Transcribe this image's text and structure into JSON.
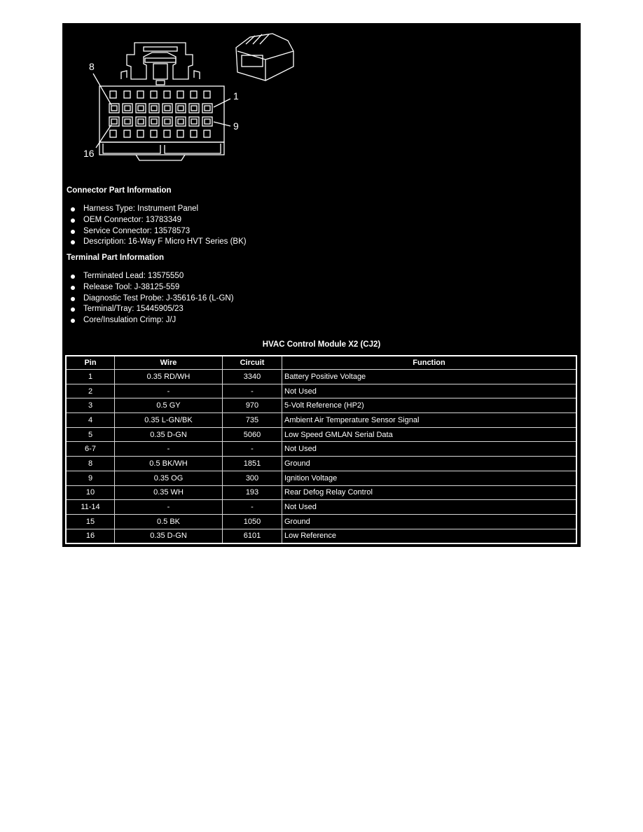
{
  "figure": {
    "labels": {
      "top_left": "8",
      "top_right": "1",
      "bottom_right": "9",
      "bottom_left": "16"
    }
  },
  "connector_info": {
    "title": "Connector Part Information",
    "items": [
      "Harness Type: Instrument Panel",
      "OEM Connector: 13783349",
      "Service Connector: 13578573",
      "Description: 16-Way F Micro HVT Series (BK)"
    ]
  },
  "terminal_info": {
    "title": "Terminal Part Information",
    "items": [
      "Terminated Lead: 13575550",
      "Release Tool: J-38125-559",
      "Diagnostic Test Probe: J-35616-16 (L-GN)",
      "Terminal/Tray: 15445905/23",
      "Core/Insulation Crimp: J/J"
    ]
  },
  "pin_table": {
    "title": "HVAC Control Module X2 (CJ2)",
    "headers": [
      "Pin",
      "Wire",
      "Circuit",
      "Function"
    ],
    "rows": [
      [
        "1",
        "0.35 RD/WH",
        "3340",
        "Battery Positive Voltage"
      ],
      [
        "2",
        "-",
        "-",
        "Not Used"
      ],
      [
        "3",
        "0.5 GY",
        "970",
        "5-Volt Reference (HP2)"
      ],
      [
        "4",
        "0.35 L-GN/BK",
        "735",
        "Ambient Air Temperature Sensor Signal"
      ],
      [
        "5",
        "0.35 D-GN",
        "5060",
        "Low Speed GMLAN Serial Data"
      ],
      [
        "6-7",
        "-",
        "-",
        "Not Used"
      ],
      [
        "8",
        "0.5 BK/WH",
        "1851",
        "Ground"
      ],
      [
        "9",
        "0.35 OG",
        "300",
        "Ignition Voltage"
      ],
      [
        "10",
        "0.35 WH",
        "193",
        "Rear Defog Relay Control"
      ],
      [
        "11-14",
        "-",
        "-",
        "Not Used"
      ],
      [
        "15",
        "0.5 BK",
        "1050",
        "Ground"
      ],
      [
        "16",
        "0.35 D-GN",
        "6101",
        "Low Reference"
      ]
    ]
  }
}
